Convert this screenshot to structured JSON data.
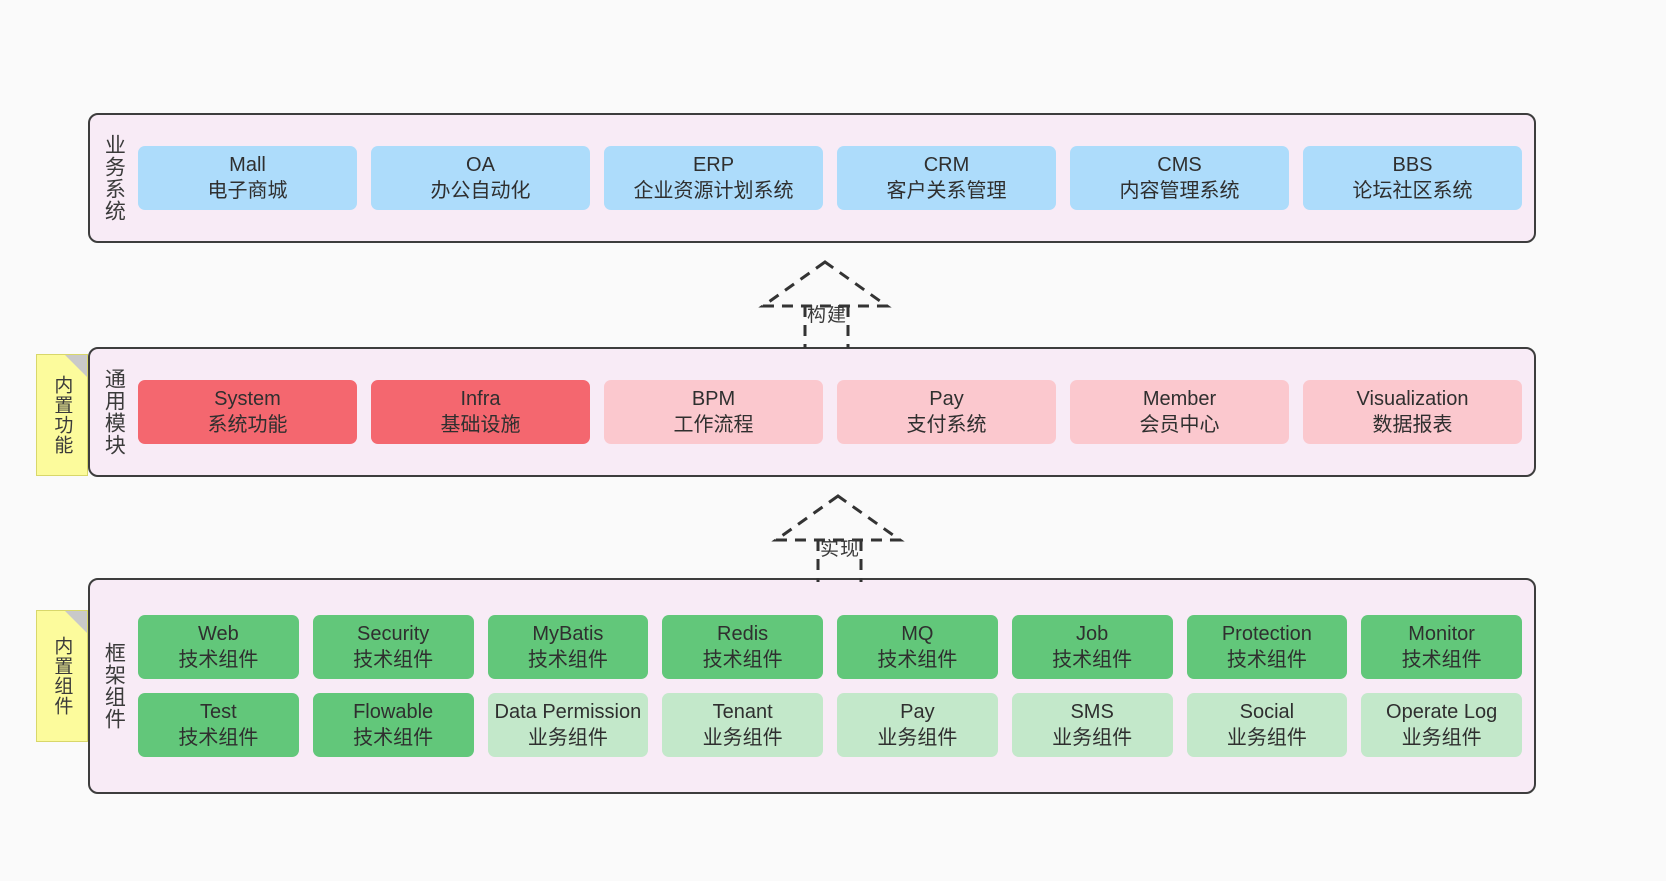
{
  "diagram": {
    "background_color": "#fafafa",
    "layer_bg_color": "#F8EBF6",
    "layer_border_color": "#3d3d3d",
    "note_color": "#FCFB9C",
    "colors": {
      "blue": "#ADDCFB",
      "red": "#F4676F",
      "pink": "#FBC8CE",
      "green": "#62C77A",
      "light_green": "#C3E8CA"
    }
  },
  "layers": [
    {
      "id": "business-systems",
      "title": "业务系统",
      "rows": [
        [
          {
            "name": "Mall",
            "desc": "电子商城",
            "color": "blue"
          },
          {
            "name": "OA",
            "desc": "办公自动化",
            "color": "blue"
          },
          {
            "name": "ERP",
            "desc": "企业资源计划系统",
            "color": "blue"
          },
          {
            "name": "CRM",
            "desc": "客户关系管理",
            "color": "blue"
          },
          {
            "name": "CMS",
            "desc": "内容管理系统",
            "color": "blue"
          },
          {
            "name": "BBS",
            "desc": "论坛社区系统",
            "color": "blue"
          }
        ]
      ]
    },
    {
      "id": "common-modules",
      "title": "通用模块",
      "note": "内置功能",
      "rows": [
        [
          {
            "name": "System",
            "desc": "系统功能",
            "color": "red"
          },
          {
            "name": "Infra",
            "desc": "基础设施",
            "color": "red"
          },
          {
            "name": "BPM",
            "desc": "工作流程",
            "color": "pink"
          },
          {
            "name": "Pay",
            "desc": "支付系统",
            "color": "pink"
          },
          {
            "name": "Member",
            "desc": "会员中心",
            "color": "pink"
          },
          {
            "name": "Visualization",
            "desc": "数据报表",
            "color": "pink"
          }
        ]
      ]
    },
    {
      "id": "framework-components",
      "title": "框架组件",
      "note": "内置组件",
      "rows": [
        [
          {
            "name": "Web",
            "desc": "技术组件",
            "color": "green"
          },
          {
            "name": "Security",
            "desc": "技术组件",
            "color": "green"
          },
          {
            "name": "MyBatis",
            "desc": "技术组件",
            "color": "green"
          },
          {
            "name": "Redis",
            "desc": "技术组件",
            "color": "green"
          },
          {
            "name": "MQ",
            "desc": "技术组件",
            "color": "green"
          },
          {
            "name": "Job",
            "desc": "技术组件",
            "color": "green"
          },
          {
            "name": "Protection",
            "desc": "技术组件",
            "color": "green"
          },
          {
            "name": "Monitor",
            "desc": "技术组件",
            "color": "green"
          }
        ],
        [
          {
            "name": "Test",
            "desc": "技术组件",
            "color": "green"
          },
          {
            "name": "Flowable",
            "desc": "技术组件",
            "color": "green"
          },
          {
            "name": "Data Permission",
            "desc": "业务组件",
            "color": "lightgreen",
            "wrap": true
          },
          {
            "name": "Tenant",
            "desc": "业务组件",
            "color": "lightgreen"
          },
          {
            "name": "Pay",
            "desc": "业务组件",
            "color": "lightgreen"
          },
          {
            "name": "SMS",
            "desc": "业务组件",
            "color": "lightgreen"
          },
          {
            "name": "Social",
            "desc": "业务组件",
            "color": "lightgreen"
          },
          {
            "name": "Operate Log",
            "desc": "业务组件",
            "color": "lightgreen"
          }
        ]
      ]
    }
  ],
  "connectors": [
    {
      "id": "build",
      "label": "构建"
    },
    {
      "id": "implement",
      "label": "实现"
    }
  ]
}
